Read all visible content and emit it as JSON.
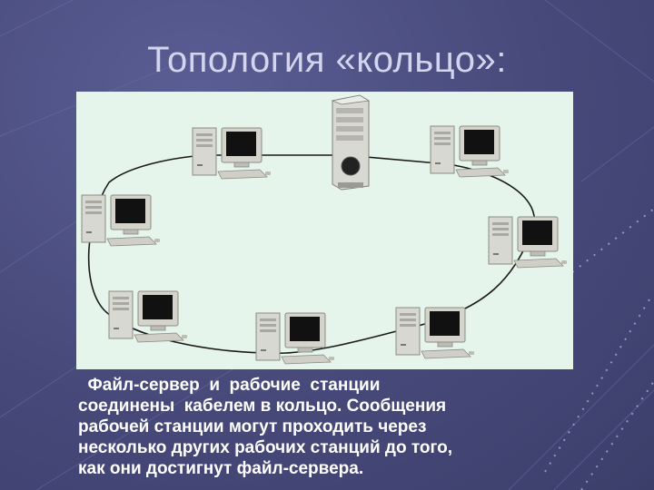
{
  "slide": {
    "title": "Топология «кольцо»:",
    "caption_lines": [
      "  Файл-сервер  и  рабочие  станции",
      "соединены  кабелем в кольцо. Сообщения",
      "рабочей станции могут проходить через",
      "несколько других рабочих станций до того,",
      "как они достигнут файл-сервера."
    ]
  },
  "colors": {
    "background": "#47497a",
    "title": "#d3d5ee",
    "caption": "#ffffff",
    "panel": "#e6f5ec",
    "cable": "#1a1a1a"
  },
  "diagram": {
    "topology": "ring",
    "nodes": [
      {
        "id": "file-server",
        "type": "server"
      },
      {
        "id": "ws-1",
        "type": "workstation"
      },
      {
        "id": "ws-2",
        "type": "workstation"
      },
      {
        "id": "ws-3",
        "type": "workstation"
      },
      {
        "id": "ws-4",
        "type": "workstation"
      },
      {
        "id": "ws-5",
        "type": "workstation"
      },
      {
        "id": "ws-6",
        "type": "workstation"
      },
      {
        "id": "ws-7",
        "type": "workstation"
      }
    ]
  }
}
